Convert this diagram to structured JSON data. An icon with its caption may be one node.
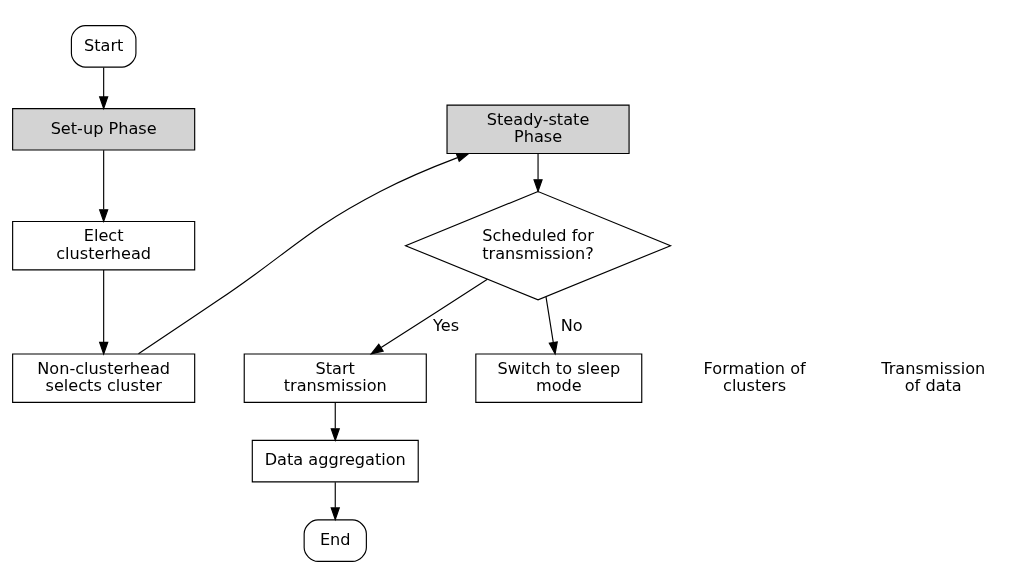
{
  "diagram": {
    "nodes": [
      {
        "text": [
          "Start"
        ]
      },
      {
        "text": [
          "Set-up Phase"
        ]
      },
      {
        "text": [
          "Elect clusterhead"
        ]
      },
      {
        "text": [
          "Non-clusterhead selects cluster"
        ]
      },
      {
        "text": [
          "Steady-state Phase"
        ]
      },
      {
        "text": [
          "Scheduled for transmission?"
        ]
      },
      {
        "text": [
          "Start transmission"
        ]
      },
      {
        "text": [
          "Switch to sleep mode"
        ]
      },
      {
        "text": [
          "Data aggregation"
        ]
      },
      {
        "text": [
          "End"
        ]
      }
    ],
    "edges": [
      {
        "from": 0,
        "to": 1,
        "arrow": "to"
      },
      {
        "from": 1,
        "to": 2,
        "arrow": "to"
      },
      {
        "from": 2,
        "to": 3,
        "arrow": "to"
      },
      {
        "from": 3,
        "to": 4,
        "arrow": "to"
      },
      {
        "from": 4,
        "to": 5,
        "arrow": "to"
      },
      {
        "from": 5,
        "to": 6,
        "label": "Yes",
        "arrow": "to"
      },
      {
        "from": 5,
        "to": 7,
        "label": "No",
        "arrow": "to"
      },
      {
        "from": 6,
        "to": 8,
        "arrow": "to"
      },
      {
        "from": 8,
        "to": 9,
        "arrow": "to"
      }
    ],
    "labels": [
      "Formation of clusters",
      "Transmission of data"
    ]
  }
}
